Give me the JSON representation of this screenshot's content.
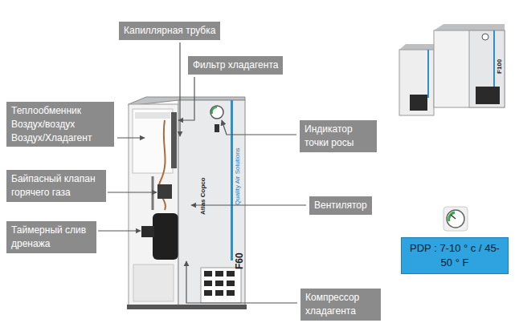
{
  "diagram": {
    "nodes": [
      {
        "text": [
          "Капиллярная трубка"
        ]
      },
      {
        "text": [
          "Фильтр хладагента"
        ]
      },
      {
        "text": [
          "Теплообменник Воздух/воздух Воздух/Хладагент"
        ]
      },
      {
        "text": [
          "Байпасный клапан горячего газа"
        ]
      },
      {
        "text": [
          "Таймерный слив дренажа"
        ]
      },
      {
        "text": [
          "Индикатор точки росы"
        ]
      },
      {
        "text": [
          "Вентилятор"
        ]
      },
      {
        "text": [
          "Компрессор хладагента"
        ]
      },
      {
        "text": [
          "PDP : 7-10 ° c / 45-50 ° F"
        ]
      }
    ],
    "labels": [
      "Atlas Copco",
      "F60",
      "Quality Air Solutions",
      "F100"
    ]
  }
}
